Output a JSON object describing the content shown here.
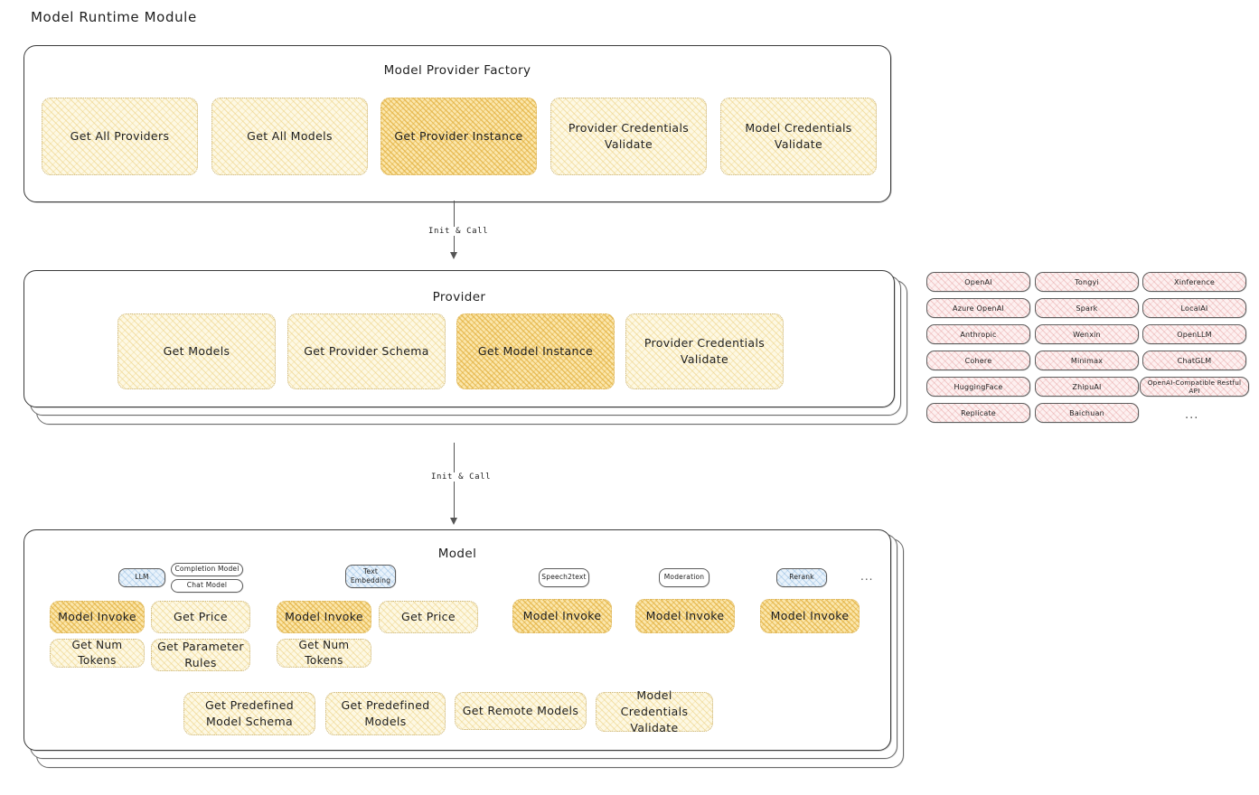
{
  "page": {
    "title": "Model Runtime Module"
  },
  "connectors": [
    {
      "label": "Init & Call"
    },
    {
      "label": "Init & Call"
    }
  ],
  "factory": {
    "title": "Model Provider Factory",
    "nodes": [
      {
        "label": "Get All Providers",
        "highlight": false
      },
      {
        "label": "Get All Models",
        "highlight": false
      },
      {
        "label": "Get Provider Instance",
        "highlight": true
      },
      {
        "label": "Provider Credentials Validate",
        "highlight": false
      },
      {
        "label": "Model Credentials Validate",
        "highlight": false
      }
    ]
  },
  "provider": {
    "title": "Provider",
    "nodes": [
      {
        "label": "Get Models",
        "highlight": false
      },
      {
        "label": "Get Provider Schema",
        "highlight": false
      },
      {
        "label": "Get Model Instance",
        "highlight": true
      },
      {
        "label": "Provider Credentials Validate",
        "highlight": false
      }
    ]
  },
  "provider_list": {
    "ellipsis": "...",
    "columns": [
      [
        "OpenAI",
        "Azure OpenAI",
        "Anthropic",
        "Cohere",
        "HuggingFace",
        "Replicate"
      ],
      [
        "Tongyi",
        "Spark",
        "Wenxin",
        "Minimax",
        "ZhipuAI",
        "Baichuan"
      ],
      [
        "Xinference",
        "LocalAI",
        "OpenLLM",
        "ChatGLM",
        "OpenAI-Compatible Restful API"
      ]
    ]
  },
  "model": {
    "title": "Model",
    "ellipsis": "...",
    "types": [
      {
        "label": "LLM",
        "style": "blue"
      },
      {
        "label": "Completion Model",
        "style": "white"
      },
      {
        "label": "Chat Model",
        "style": "white"
      },
      {
        "label": "Text Embedding",
        "style": "blue"
      },
      {
        "label": "Speech2text",
        "style": "white"
      },
      {
        "label": "Moderation",
        "style": "white"
      },
      {
        "label": "Rerank",
        "style": "blue"
      }
    ],
    "llm_methods": [
      {
        "label": "Model Invoke",
        "highlight": true
      },
      {
        "label": "Get Price",
        "highlight": false
      },
      {
        "label": "Get Num Tokens",
        "highlight": false
      },
      {
        "label": "Get Parameter Rules",
        "highlight": false
      }
    ],
    "embedding_methods": [
      {
        "label": "Model Invoke",
        "highlight": true
      },
      {
        "label": "Get Price",
        "highlight": false
      },
      {
        "label": "Get Num Tokens",
        "highlight": false
      }
    ],
    "speech_methods": [
      {
        "label": "Model Invoke",
        "highlight": true
      }
    ],
    "moderation_methods": [
      {
        "label": "Model Invoke",
        "highlight": true
      }
    ],
    "rerank_methods": [
      {
        "label": "Model Invoke",
        "highlight": true
      }
    ],
    "common_methods": [
      {
        "label": "Get Predefined Model Schema",
        "highlight": false
      },
      {
        "label": "Get Predefined Models",
        "highlight": false
      },
      {
        "label": "Get Remote Models",
        "highlight": false
      },
      {
        "label": "Model Credentials Validate",
        "highlight": false
      }
    ]
  },
  "colors": {
    "stroke": "#3b3b3b",
    "cream": "#fdf8e3",
    "amber": "#fbe6ab",
    "rose": "#fdf0f0",
    "blue": "#e8f2fb"
  }
}
